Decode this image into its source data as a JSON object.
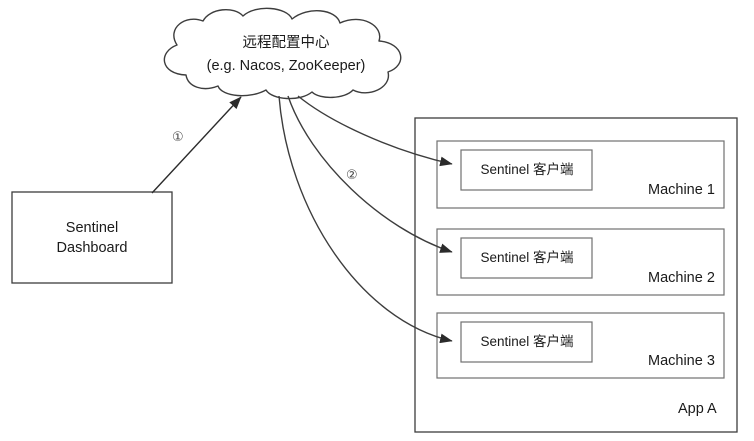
{
  "diagram": {
    "title": "Sentinel Dashboard push rules via remote config center",
    "background_color": "#ffffff",
    "stroke_color": "#3d3d3d",
    "text_color": "#1a1a1a"
  },
  "cloud": {
    "name": "remote-config-center",
    "line1": "远程配置中心",
    "line2": "(e.g. Nacos, ZooKeeper)"
  },
  "dashboard": {
    "name": "sentinel-dashboard",
    "line1": "Sentinel",
    "line2": "Dashboard"
  },
  "app": {
    "label": "App A"
  },
  "machines": [
    {
      "client_label": "Sentinel 客户端",
      "machine_label": "Machine 1"
    },
    {
      "client_label": "Sentinel 客户端",
      "machine_label": "Machine 2"
    },
    {
      "client_label": "Sentinel 客户端",
      "machine_label": "Machine 3"
    }
  ],
  "annotations": [
    {
      "id": "step-1",
      "label": "①"
    },
    {
      "id": "step-2",
      "label": "②"
    }
  ]
}
